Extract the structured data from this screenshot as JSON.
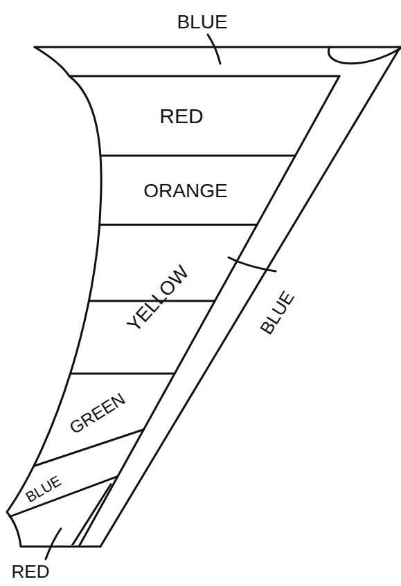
{
  "diagram": {
    "nodes": [
      {
        "text": [
          "RED"
        ]
      },
      {
        "text": [
          "ORANGE"
        ]
      },
      {
        "text": [
          "YELLOW"
        ]
      },
      {
        "text": [
          "GREEN"
        ]
      },
      {
        "text": [
          "BLUE"
        ]
      }
    ],
    "labels": [
      "BLUE",
      "BLUE",
      "RED"
    ]
  }
}
